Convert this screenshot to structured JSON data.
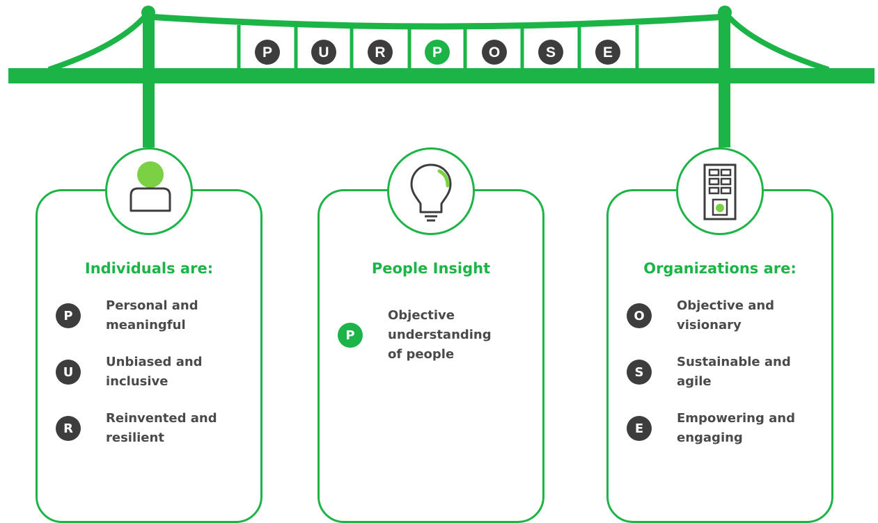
{
  "colors": {
    "accent": "#1db447",
    "accent_light": "#79d143",
    "badge_dark": "#3d3d3d",
    "text": "#4a4a4a"
  },
  "bridge": {
    "letters": [
      {
        "letter": "P",
        "color": "#3d3d3d"
      },
      {
        "letter": "U",
        "color": "#3d3d3d"
      },
      {
        "letter": "R",
        "color": "#3d3d3d"
      },
      {
        "letter": "P",
        "color": "#1db447"
      },
      {
        "letter": "O",
        "color": "#3d3d3d"
      },
      {
        "letter": "S",
        "color": "#3d3d3d"
      },
      {
        "letter": "E",
        "color": "#3d3d3d"
      }
    ]
  },
  "cards": [
    {
      "icon": "person-icon",
      "title": "Individuals are:",
      "items": [
        {
          "badge": "P",
          "text": "Personal and meaningful"
        },
        {
          "badge": "U",
          "text": "Unbiased and inclusive"
        },
        {
          "badge": "R",
          "text": "Reinvented and resilient"
        }
      ]
    },
    {
      "icon": "lightbulb-icon",
      "title": "People Insight",
      "items": [
        {
          "badge": "P",
          "text": "Objective understanding of people"
        }
      ]
    },
    {
      "icon": "building-icon",
      "title": "Organizations are:",
      "items": [
        {
          "badge": "O",
          "text": "Objective and visionary"
        },
        {
          "badge": "S",
          "text": "Sustainable and agile"
        },
        {
          "badge": "E",
          "text": "Empowering and engaging"
        }
      ]
    }
  ]
}
